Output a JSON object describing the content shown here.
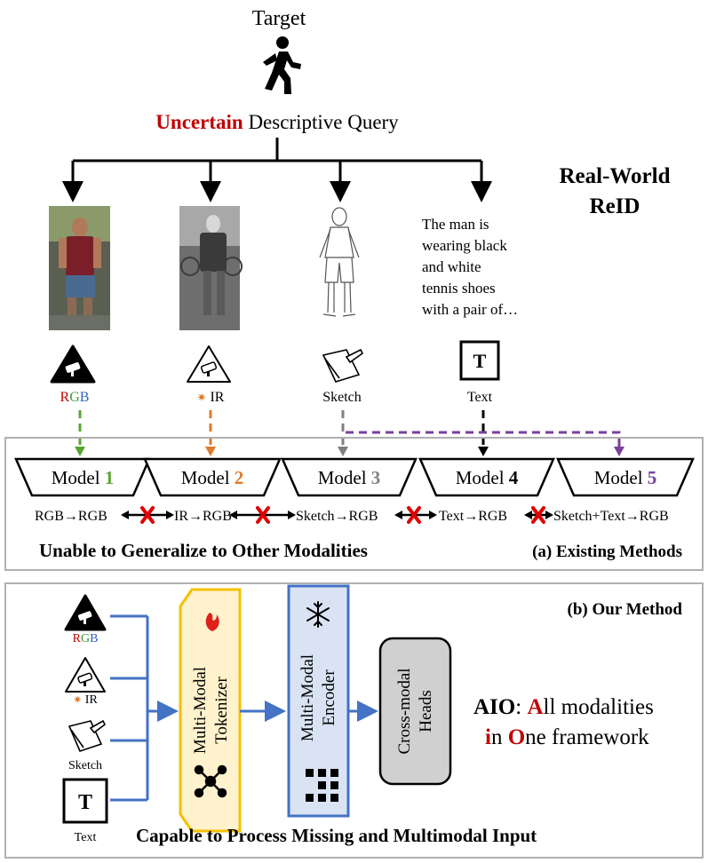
{
  "top": {
    "target_label": "Target",
    "query_highlight": "Uncertain",
    "query_rest": " Descriptive Query",
    "real_world_line1": "Real-World",
    "real_world_line2": "ReID",
    "text_description_lines": [
      "The man is",
      "wearing black",
      "and white",
      "tennis shoes",
      "with a pair of…"
    ]
  },
  "modalities": {
    "rgb": {
      "r": "R",
      "g": "G",
      "b": "B"
    },
    "ir": {
      "star": "✷",
      "label": "IR"
    },
    "sketch": "Sketch",
    "text_icon_letter": "T",
    "text": "Text"
  },
  "existing": {
    "models": [
      {
        "prefix": "Model ",
        "number": "1",
        "color": "#5aa532"
      },
      {
        "prefix": "Model ",
        "number": "2",
        "color": "#e07b2a"
      },
      {
        "prefix": "Model ",
        "number": "3",
        "color": "#808080"
      },
      {
        "prefix": "Model ",
        "number": "4",
        "color": "#000000"
      },
      {
        "prefix": "Model ",
        "number": "5",
        "color": "#7b3f9e"
      }
    ],
    "tasks": [
      "RGB→RGB",
      "IR→RGB",
      "Sketch→RGB",
      "Text→RGB",
      "Sketch+Text→RGB"
    ],
    "limitation": "Unable to Generalize to Other Modalities",
    "caption": "(a) Existing Methods"
  },
  "ours": {
    "caption": "(b) Our Method",
    "tokenizer": "Multi-Modal Tokenizer",
    "tokenizer_line1": "Multi-Modal",
    "tokenizer_line2": "Tokenizer",
    "encoder_line1": "Multi-Modal",
    "encoder_line2": "Encoder",
    "heads_line1": "Cross-modal",
    "heads_line2": "Heads",
    "aio_name": "AIO",
    "aio_line1_rest": ": ",
    "aio_A": "A",
    "aio_line1_tail": "ll modalities",
    "aio_i": "i",
    "aio_n": "n ",
    "aio_O": "O",
    "aio_line2_tail": "ne framework",
    "capability": "Capable to Process Missing and Multimodal Input"
  },
  "colors": {
    "accent_red": "#c00000",
    "rgb_r": "#c00000",
    "rgb_g": "#3a9a3a",
    "rgb_b": "#3060c0",
    "ir_orange": "#e07b2a",
    "sketch_gray": "#808080",
    "purple": "#7b3f9e",
    "flow_blue": "#4472c4",
    "tokenizer_fill": "#fff2cc",
    "tokenizer_stroke": "#f5c000",
    "encoder_fill": "#dae3f3",
    "heads_fill": "#d0d0d0"
  }
}
